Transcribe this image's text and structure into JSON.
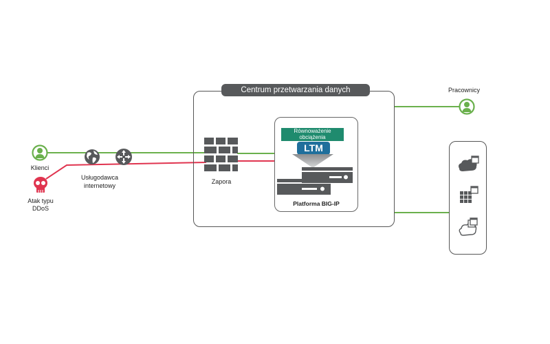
{
  "diagram": {
    "datacenter": {
      "title": "Centrum przetwarzania danych"
    },
    "nodes": {
      "clients": {
        "label": "Klienci",
        "icon": "user-icon"
      },
      "ddos": {
        "label_line1": "Atak typu",
        "label_line2": "DDoS",
        "icon": "skull-icon"
      },
      "isp": {
        "label_line1": "Usługodawca",
        "label_line2": "internetowy",
        "icons": [
          "globe-icon",
          "router-icon"
        ]
      },
      "firewall": {
        "label": "Zapora",
        "icon": "firewall-icon"
      },
      "bigip": {
        "label": "Platforma BIG-IP",
        "icon": "server-icon"
      },
      "lb": {
        "label_line1": "Równoważenie",
        "label_line2": "obciążenia",
        "badge": "LTM"
      },
      "employees": {
        "label": "Pracownicy",
        "icon": "user-icon"
      },
      "cloud_panel": {
        "icons": [
          "cloud-filled-icon",
          "building-icon",
          "cloud-outline-icon"
        ]
      }
    },
    "colors": {
      "legit_traffic": "#6ab04c",
      "attack_traffic": "#e0344f",
      "dark_gray": "#57595b",
      "lb_green": "#1f8b6e",
      "ltm_blue": "#1f6f9c"
    }
  }
}
